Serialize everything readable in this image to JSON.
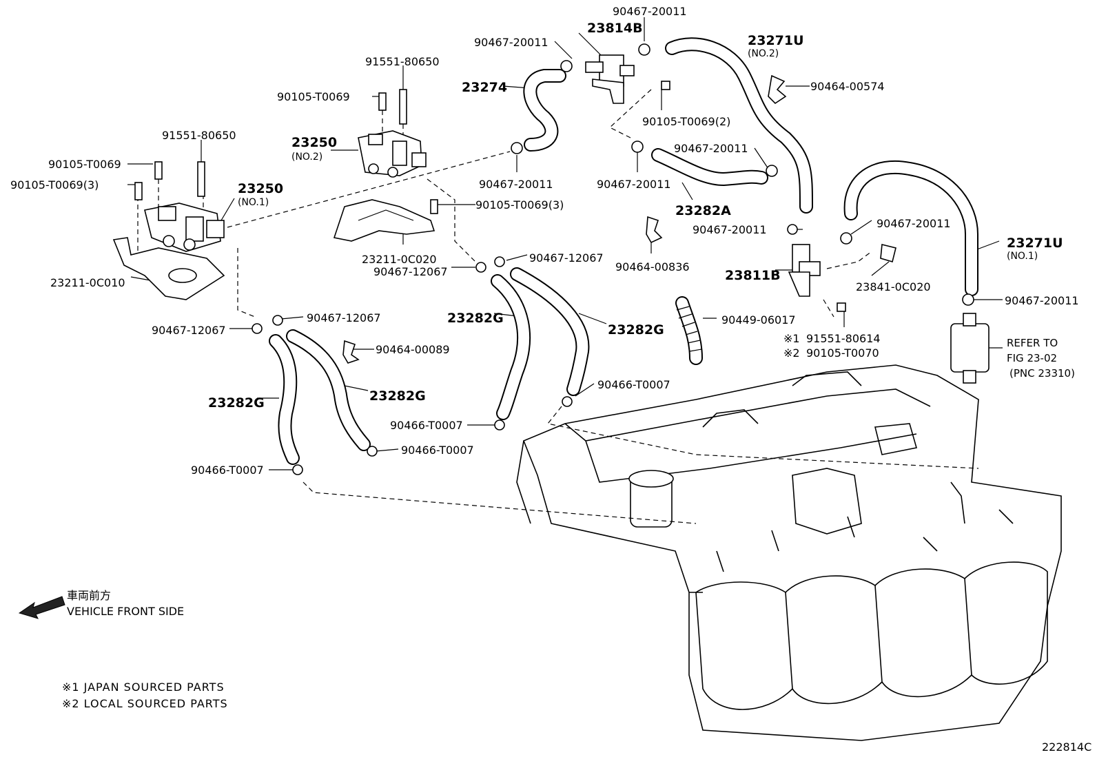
{
  "callouts": {
    "c_23814B": "23814B",
    "c_90467_20011_a": "90467-20011",
    "c_90467_20011_b": "90467-20011",
    "c_23271U_2": "23271U",
    "c_23271U_2_sub": "(NO.2)",
    "c_91551_80650_a": "91551-80650",
    "c_23274": "23274",
    "c_90464_00574": "90464-00574",
    "c_90105_T0069_a": "90105-T0069",
    "c_90105_T0069_2": "90105-T0069(2)",
    "c_91551_80650_b": "91551-80650",
    "c_23250_2": "23250",
    "c_23250_2_sub": "(NO.2)",
    "c_90467_20011_c": "90467-20011",
    "c_90105_T0069_b": "90105-T0069",
    "c_90105_T0069_3a": "90105-T0069(3)",
    "c_90467_20011_d": "90467-20011",
    "c_90467_20011_e": "90467-20011",
    "c_23250_1": "23250",
    "c_23250_1_sub": "(NO.1)",
    "c_23282A": "23282A",
    "c_90105_T0069_3b": "90105-T0069(3)",
    "c_90467_20011_f": "90467-20011",
    "c_90467_20011_g": "90467-20011",
    "c_23271U_1": "23271U",
    "c_23271U_1_sub": "(NO.1)",
    "c_90464_00836": "90464-00836",
    "c_23211_0C020": "23211-0C020",
    "c_90467_12067_a": "90467-12067",
    "c_90467_12067_b": "90467-12067",
    "c_23811B": "23811B",
    "c_23841_0C020": "23841-0C020",
    "c_23211_0C010": "23211-0C010",
    "c_90467_20011_h": "90467-20011",
    "c_23282G_a": "23282G",
    "c_23282G_b": "23282G",
    "c_90449_06017": "90449-06017",
    "c_90467_12067_c": "90467-12067",
    "c_90467_12067_d": "90467-12067",
    "c_mark1": "※1",
    "c_91551_80614": "91551-80614",
    "c_mark2": "※2",
    "c_90105_T0070": "90105-T0070",
    "c_refer_1": "REFER TO",
    "c_refer_2": "FIG 23-02",
    "c_refer_3": "(PNC 23310)",
    "c_90464_00089": "90464-00089",
    "c_90466_T0007_a": "90466-T0007",
    "c_23282G_c": "23282G",
    "c_23282G_d": "23282G",
    "c_90466_T0007_b": "90466-T0007",
    "c_90466_T0007_c": "90466-T0007",
    "c_90466_T0007_d": "90466-T0007"
  },
  "legend": {
    "front_jp": "車両前方",
    "front_en": "VEHICLE FRONT SIDE",
    "note1": "※1 JAPAN SOURCED PARTS",
    "note2": "※2 LOCAL SOURCED PARTS"
  },
  "diagram_id": "222814C"
}
